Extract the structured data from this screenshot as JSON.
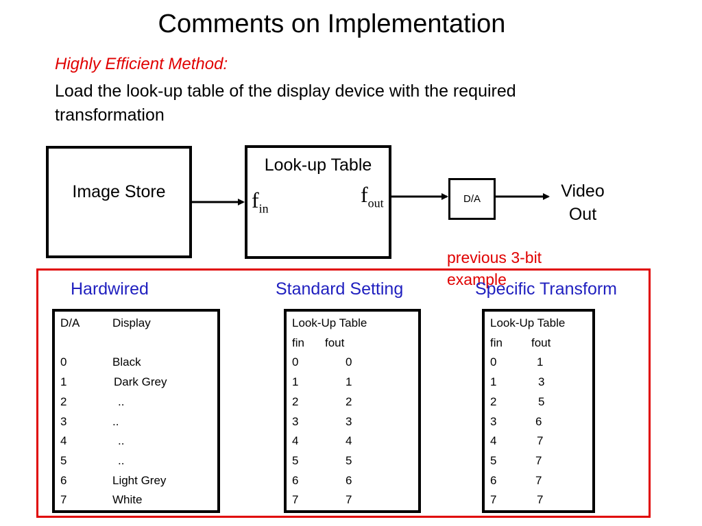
{
  "title": "Comments on Implementation",
  "subtitle": "Highly Efficient Method:",
  "description": "Load the look-up table of the display device with the required transformation",
  "diagram": {
    "image_store": "Image Store",
    "lookup_table": "Look-up Table",
    "f_in": "f",
    "f_in_sub": "in",
    "f_out": "f",
    "f_out_sub": "out",
    "da": "D/A",
    "video_out": "Video Out",
    "note": "previous 3-bit example"
  },
  "sections": {
    "hardwired": {
      "title": "Hardwired",
      "header": [
        "D/A",
        "Display"
      ],
      "rows": [
        [
          "0",
          "Black"
        ],
        [
          "1",
          "Dark Grey"
        ],
        [
          "2",
          ".."
        ],
        [
          "3",
          ".."
        ],
        [
          "4",
          ".."
        ],
        [
          "5",
          ".."
        ],
        [
          "6",
          "Light Grey"
        ],
        [
          "7",
          "White"
        ]
      ]
    },
    "standard": {
      "title": "Standard Setting",
      "caption": "Look-Up Table",
      "header": [
        "fin",
        "fout"
      ],
      "rows": [
        [
          "0",
          "0"
        ],
        [
          "1",
          "1"
        ],
        [
          "2",
          "2"
        ],
        [
          "3",
          "3"
        ],
        [
          "4",
          "4"
        ],
        [
          "5",
          "5"
        ],
        [
          "6",
          "6"
        ],
        [
          "7",
          "7"
        ]
      ]
    },
    "specific": {
      "title": "Specific Transform",
      "caption": "Look-Up Table",
      "header": [
        "fin",
        "fout"
      ],
      "rows": [
        [
          "0",
          "1"
        ],
        [
          "1",
          "3"
        ],
        [
          "2",
          "5"
        ],
        [
          "3",
          "6"
        ],
        [
          "4",
          "7"
        ],
        [
          "5",
          "7"
        ],
        [
          "6",
          "7"
        ],
        [
          "7",
          "7"
        ]
      ]
    }
  },
  "colors": {
    "red": "#e00000",
    "blue": "#1f1fbf"
  }
}
